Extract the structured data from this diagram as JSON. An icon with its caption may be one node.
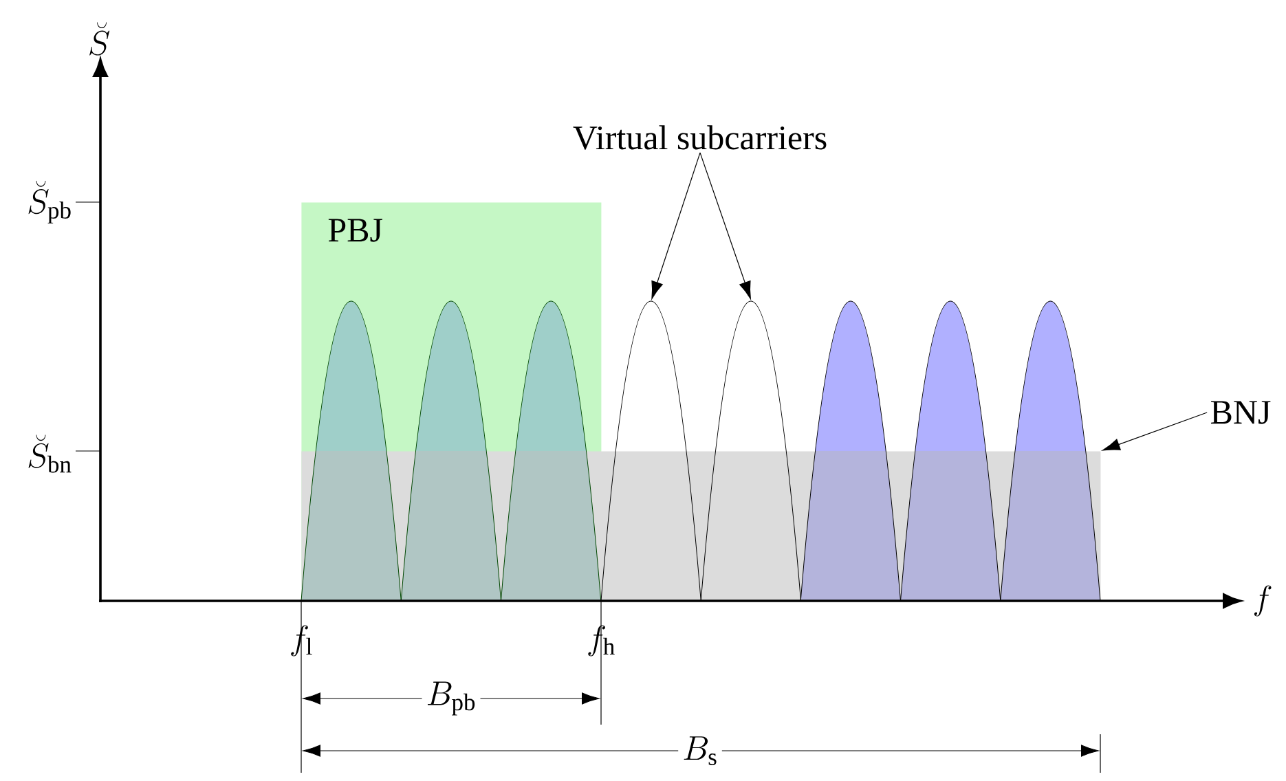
{
  "diagram": {
    "nodes": [
      {
        "text": [
          "PBJ"
        ]
      },
      {
        "text": [
          "Virtual subcarriers"
        ]
      },
      {
        "text": [],
        "shape": "curve"
      },
      {
        "text": [],
        "shape": "curve"
      },
      {
        "text": [
          "BNJ"
        ]
      },
      {
        "text": [],
        "shape": "box"
      }
    ],
    "edges": [
      {
        "from": 1,
        "to": 2,
        "arrow": "to"
      },
      {
        "from": 1,
        "to": 3,
        "arrow": "to"
      },
      {
        "from": 4,
        "to": 5,
        "arrow": "to"
      }
    ],
    "labels": [
      "\\breve{S}",
      "\\breve{S}_{\\mathrm{pb}}",
      "\\breve{S}_{\\mathrm{bn}}",
      "f",
      "f_{\\mathrm{l}}",
      "f_{\\mathrm{h}}",
      "B_{\\mathrm{pb}}",
      "B_{\\mathrm{s}}"
    ]
  }
}
